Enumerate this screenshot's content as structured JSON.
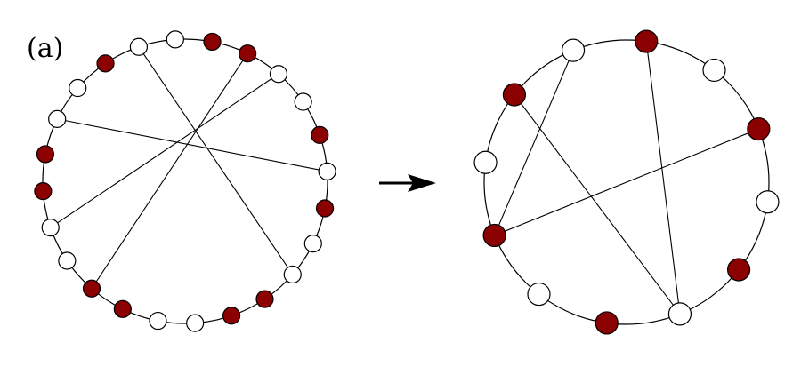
{
  "panel_label": "(a)",
  "colors": {
    "filled": "#8b0000",
    "empty": "#ffffff",
    "stroke": "#000000"
  },
  "left_graph": {
    "nodes": [
      "empty",
      "filled",
      "filled",
      "empty",
      "empty",
      "filled",
      "empty",
      "filled",
      "empty",
      "empty",
      "filled",
      "filled",
      "empty",
      "empty",
      "filled",
      "filled",
      "empty",
      "empty",
      "filled",
      "filled",
      "empty",
      "empty",
      "filled",
      "empty"
    ],
    "edges": [
      [
        23,
        9
      ],
      [
        2,
        15
      ],
      [
        3,
        17
      ],
      [
        6,
        20
      ]
    ]
  },
  "arrow": {
    "direction": "right"
  },
  "right_graph": {
    "nodes": [
      "filled",
      "empty",
      "filled",
      "empty",
      "filled",
      "empty",
      "filled",
      "empty",
      "filled",
      "empty",
      "filled",
      "empty"
    ],
    "edges": [
      [
        0,
        5
      ],
      [
        2,
        8
      ],
      [
        11,
        8
      ],
      [
        10,
        5
      ]
    ]
  }
}
